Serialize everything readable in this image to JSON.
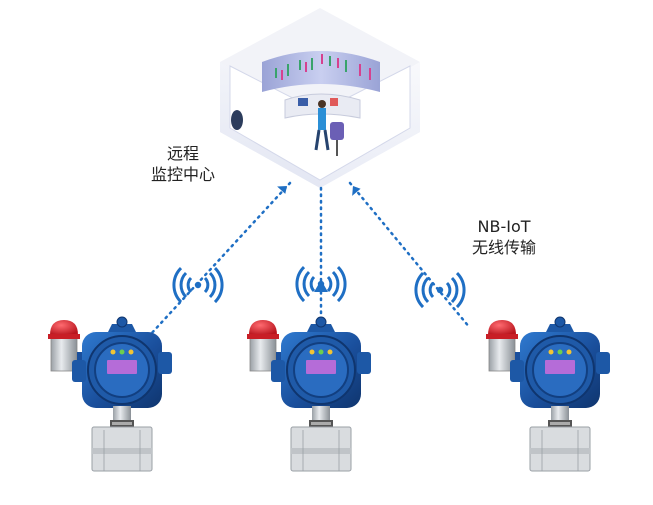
{
  "labels": {
    "remote_center": {
      "line1": "远程",
      "line2": "监控中心"
    },
    "transmission": {
      "line1": "NB-IoT",
      "line2": "无线传输"
    }
  },
  "colors": {
    "link": "#1f6fc4",
    "detector_body": "#1f5aa8",
    "alarm_red": "#d3262e",
    "lcd": "#b56cd8",
    "room_wall": "#c3c9e6"
  },
  "nodes": {
    "control_room": "monitoring-center",
    "detectors": [
      "gas-detector-left",
      "gas-detector-middle",
      "gas-detector-right"
    ]
  }
}
